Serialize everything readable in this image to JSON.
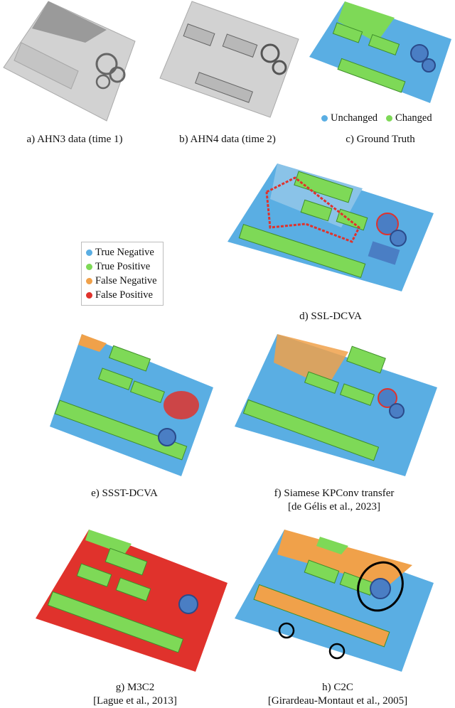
{
  "colors": {
    "ahn_surface": "#d0d0d0",
    "ahn_detail": "#7a7a7a",
    "unchanged": "#5aaee3",
    "changed": "#7ed957",
    "true_negative": "#5aaee3",
    "true_positive": "#7ed957",
    "false_negative": "#f0a14a",
    "false_positive": "#e0322c",
    "highlight_circle": "#000000"
  },
  "panels": {
    "a": {
      "caption": "a) AHN3 data (time 1)"
    },
    "b": {
      "caption": "b) AHN4 data (time 2)"
    },
    "c": {
      "caption": "c) Ground Truth"
    },
    "d": {
      "caption": "d) SSL-DCVA"
    },
    "e": {
      "caption": "e) SSST-DCVA"
    },
    "f": {
      "caption": "f) Siamese KPConv transfer",
      "citation": "[de Gélis et al., 2023]"
    },
    "g": {
      "caption": "g) M3C2",
      "citation": "[Lague et al., 2013]"
    },
    "h": {
      "caption": "h) C2C",
      "citation": "[Girardeau-Montaut et al., 2005]"
    }
  },
  "gt_legend": {
    "items": [
      {
        "label": "Unchanged",
        "icon": "blue-dot-icon"
      },
      {
        "label": "Changed",
        "icon": "green-dot-icon"
      }
    ]
  },
  "confusion_legend": {
    "items": [
      {
        "label": "True Negative",
        "icon": "blue-dot-icon"
      },
      {
        "label": "True Positive",
        "icon": "green-dot-icon"
      },
      {
        "label": "False Negative",
        "icon": "orange-dot-icon"
      },
      {
        "label": "False Positive",
        "icon": "red-dot-icon"
      }
    ]
  }
}
